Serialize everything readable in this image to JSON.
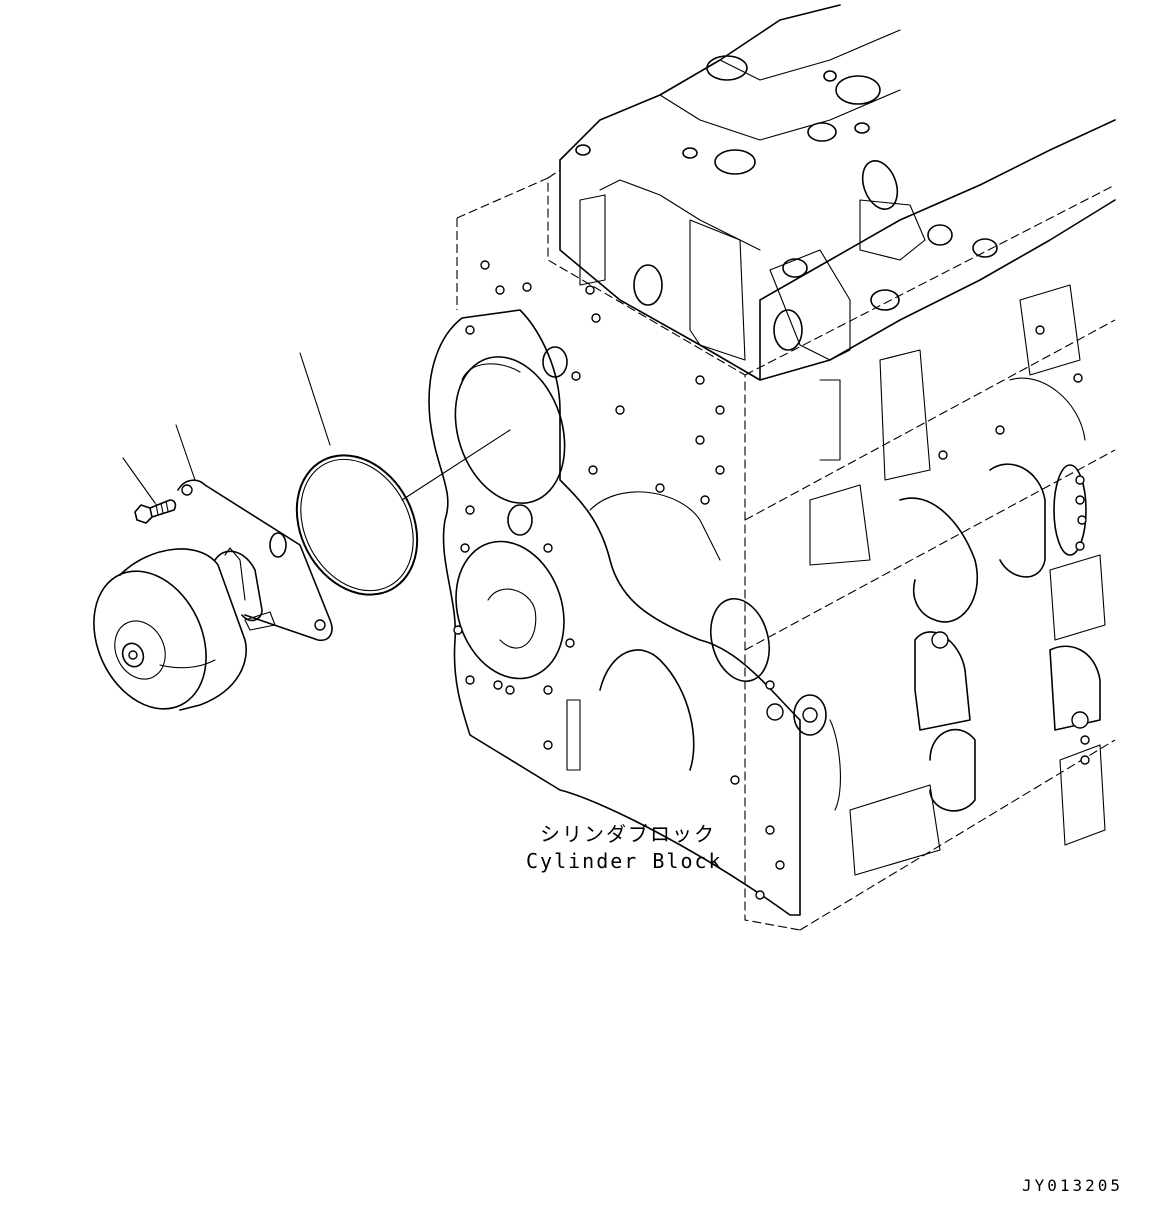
{
  "labels": {
    "part_name_jp": "シリンダブロック",
    "part_name_en": "Cylinder Block"
  },
  "drawing_id": "JY013205"
}
